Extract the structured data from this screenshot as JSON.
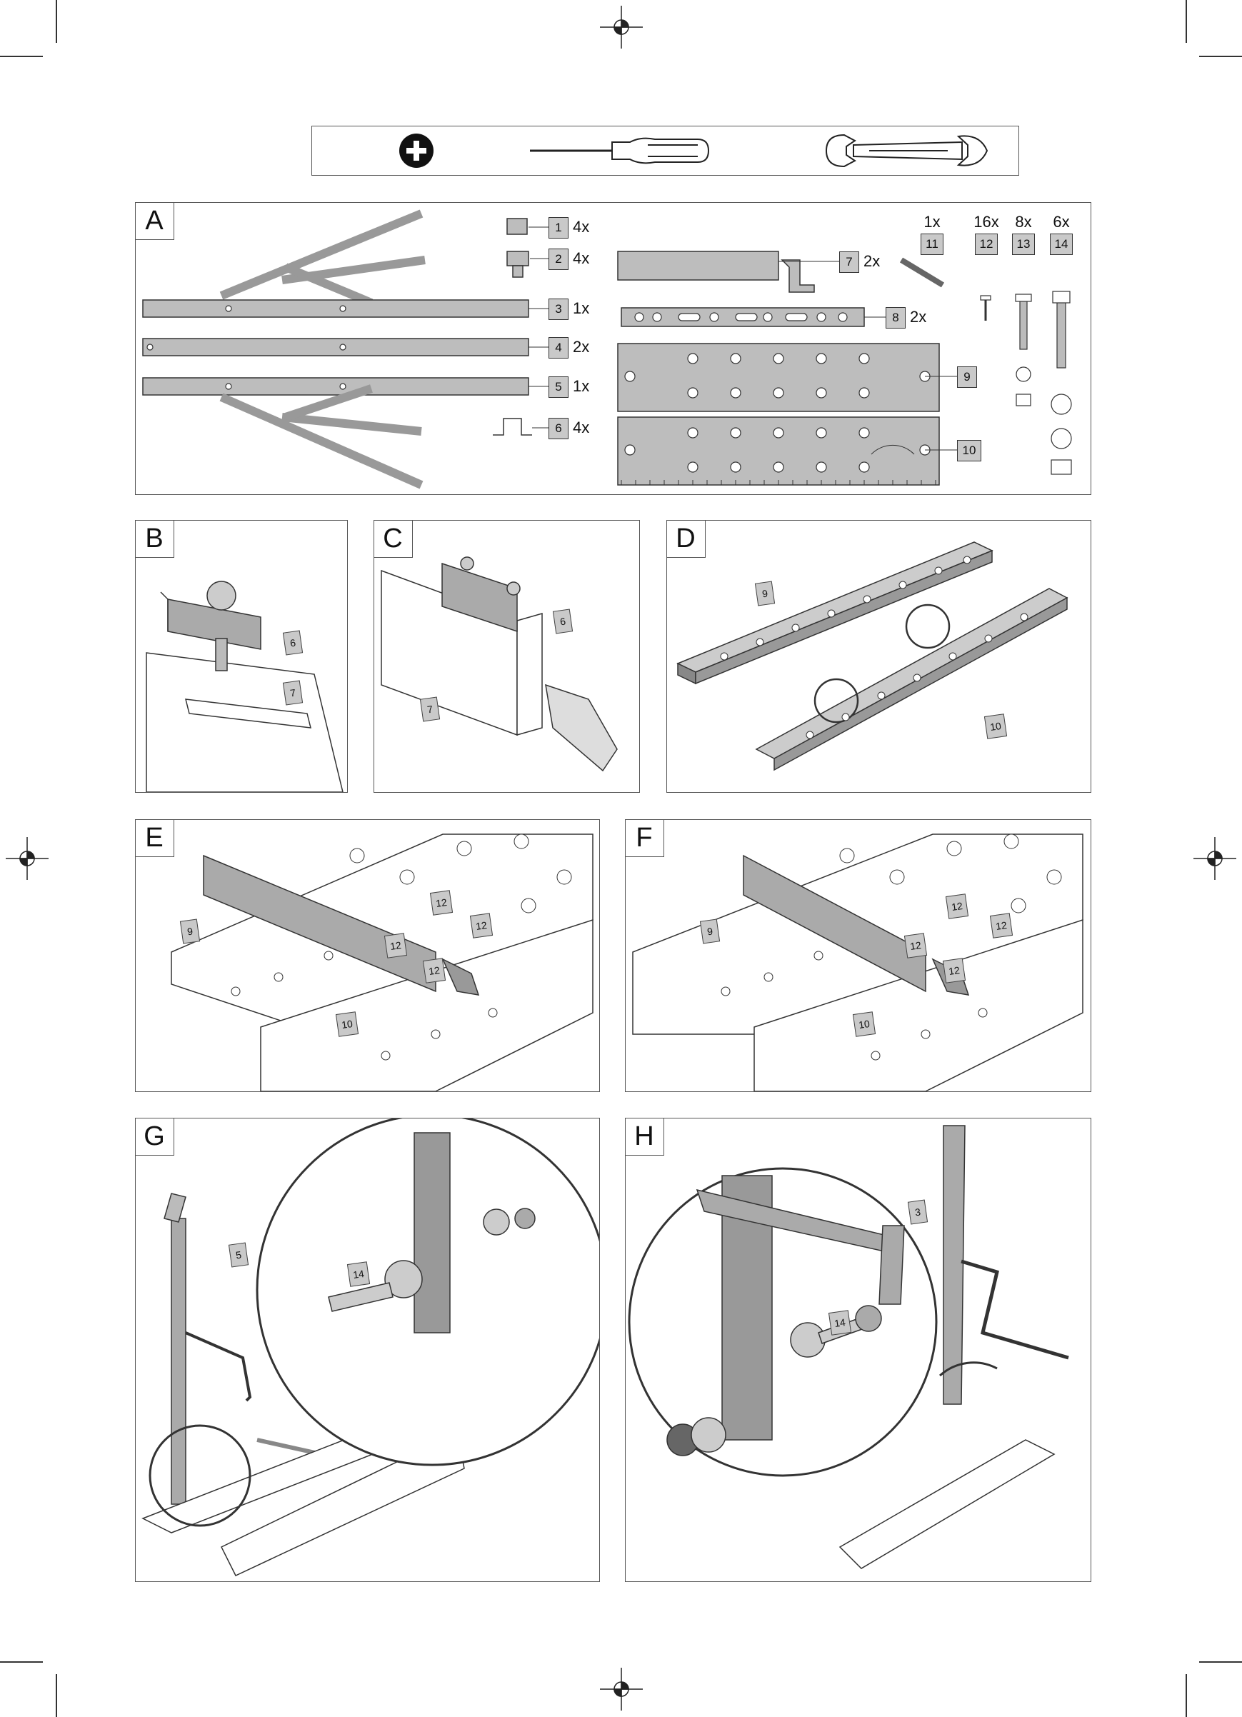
{
  "tools_bar": {
    "tools": [
      "phillips-screwdriver",
      "open-end-wrench"
    ]
  },
  "panels": {
    "A": {
      "letter": "A"
    },
    "B": {
      "letter": "B"
    },
    "C": {
      "letter": "C"
    },
    "D": {
      "letter": "D"
    },
    "E": {
      "letter": "E"
    },
    "F": {
      "letter": "F"
    },
    "G": {
      "letter": "G"
    },
    "H": {
      "letter": "H"
    }
  },
  "parts": [
    {
      "num": "1",
      "qty": "4x"
    },
    {
      "num": "2",
      "qty": "4x"
    },
    {
      "num": "3",
      "qty": "1x"
    },
    {
      "num": "4",
      "qty": "2x"
    },
    {
      "num": "5",
      "qty": "1x"
    },
    {
      "num": "6",
      "qty": "4x"
    },
    {
      "num": "7",
      "qty": "2x"
    },
    {
      "num": "8",
      "qty": "2x"
    },
    {
      "num": "9",
      "qty": ""
    },
    {
      "num": "10",
      "qty": ""
    },
    {
      "num": "11",
      "qty": "1x"
    },
    {
      "num": "12",
      "qty": "16x"
    },
    {
      "num": "13",
      "qty": "8x"
    },
    {
      "num": "14",
      "qty": "6x"
    }
  ],
  "callouts": {
    "B": [
      "6",
      "7"
    ],
    "C": [
      "6",
      "7"
    ],
    "D": [
      "9",
      "10"
    ],
    "E": [
      "9",
      "10",
      "12",
      "12",
      "12",
      "12"
    ],
    "F": [
      "9",
      "10",
      "12",
      "12",
      "12",
      "12"
    ],
    "G": [
      "5",
      "14"
    ],
    "H": [
      "3",
      "14"
    ]
  }
}
